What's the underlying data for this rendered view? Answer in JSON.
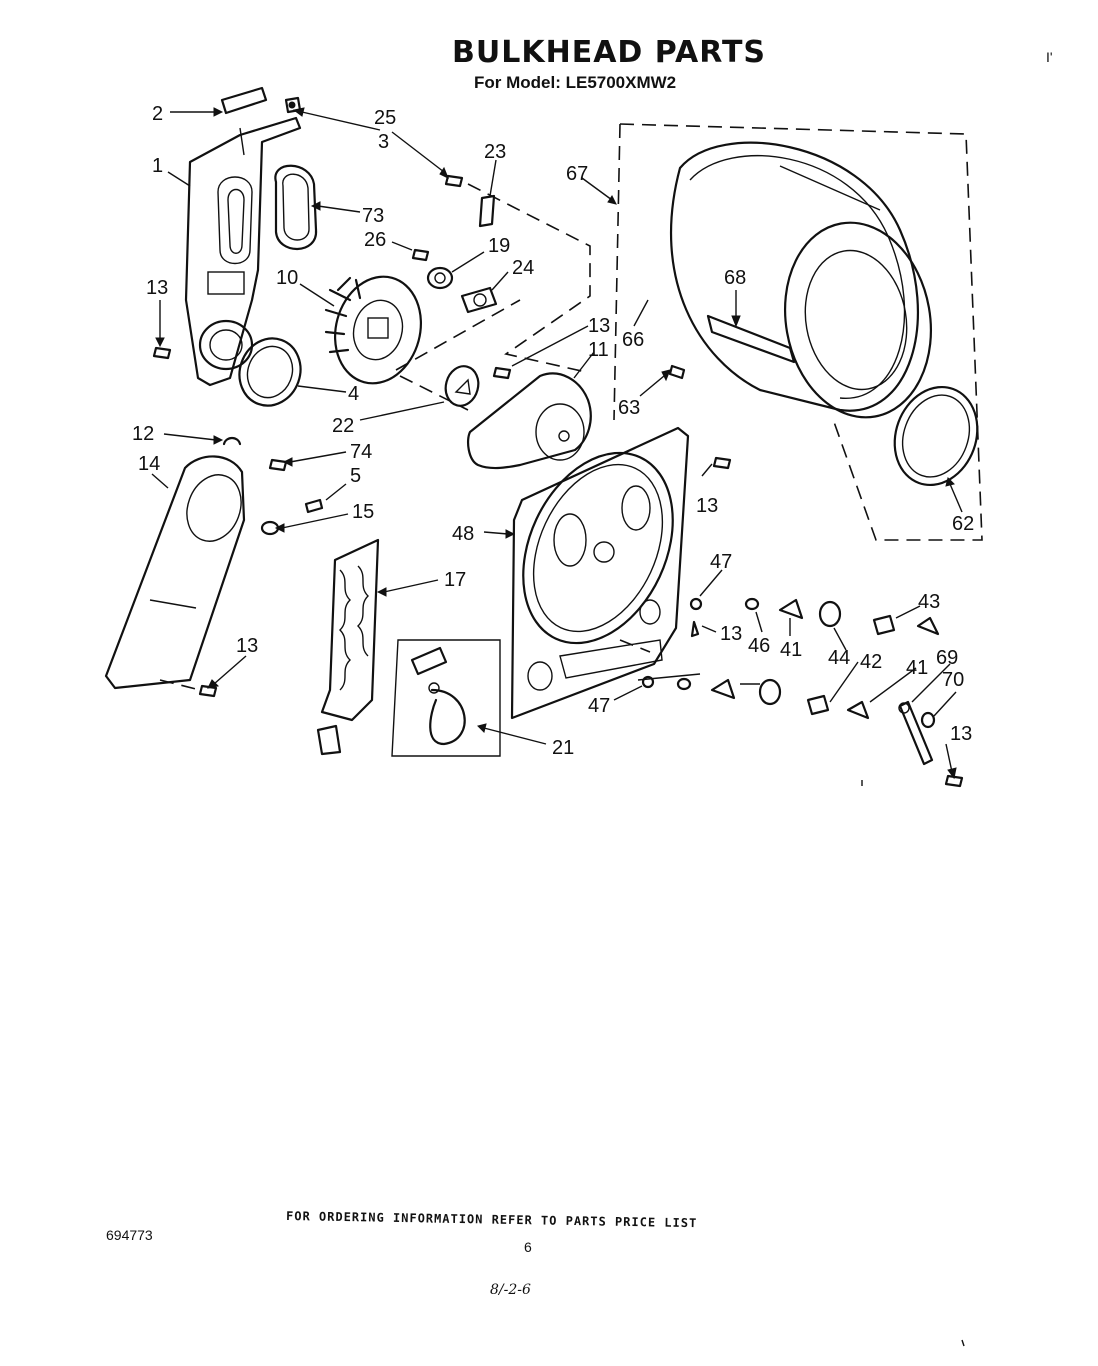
{
  "title": "BULKHEAD PARTS",
  "subtitle": "For Model: LE5700XMW2",
  "corner_mark": "I'",
  "callouts": [
    {
      "id": "c2",
      "text": "2"
    },
    {
      "id": "c25",
      "text": "25"
    },
    {
      "id": "c3",
      "text": "3"
    },
    {
      "id": "c23",
      "text": "23"
    },
    {
      "id": "c67",
      "text": "67"
    },
    {
      "id": "c1",
      "text": "1"
    },
    {
      "id": "c73",
      "text": "73"
    },
    {
      "id": "c26",
      "text": "26"
    },
    {
      "id": "c19",
      "text": "19"
    },
    {
      "id": "c24",
      "text": "24"
    },
    {
      "id": "c10",
      "text": "10"
    },
    {
      "id": "c68",
      "text": "68"
    },
    {
      "id": "c13a",
      "text": "13"
    },
    {
      "id": "c13b",
      "text": "13"
    },
    {
      "id": "c11",
      "text": "11"
    },
    {
      "id": "c66",
      "text": "66"
    },
    {
      "id": "c4",
      "text": "4"
    },
    {
      "id": "c63",
      "text": "63"
    },
    {
      "id": "c22",
      "text": "22"
    },
    {
      "id": "c12",
      "text": "12"
    },
    {
      "id": "c74",
      "text": "74"
    },
    {
      "id": "c14",
      "text": "14"
    },
    {
      "id": "c5",
      "text": "5"
    },
    {
      "id": "c13c",
      "text": "13"
    },
    {
      "id": "c15",
      "text": "15"
    },
    {
      "id": "c48",
      "text": "48"
    },
    {
      "id": "c62",
      "text": "62"
    },
    {
      "id": "c17",
      "text": "17"
    },
    {
      "id": "c47a",
      "text": "47"
    },
    {
      "id": "c43",
      "text": "43"
    },
    {
      "id": "c13d",
      "text": "13"
    },
    {
      "id": "c46",
      "text": "46"
    },
    {
      "id": "c41a",
      "text": "41"
    },
    {
      "id": "c44",
      "text": "44"
    },
    {
      "id": "c42",
      "text": "42"
    },
    {
      "id": "c41b",
      "text": "41"
    },
    {
      "id": "c69",
      "text": "69"
    },
    {
      "id": "c13e",
      "text": "13"
    },
    {
      "id": "c70",
      "text": "70"
    },
    {
      "id": "c47b",
      "text": "47"
    },
    {
      "id": "c13f",
      "text": "13"
    },
    {
      "id": "c21",
      "text": "21"
    }
  ],
  "footer": {
    "ordering_note": "FOR ORDERING INFORMATION REFER TO PARTS PRICE LIST",
    "doc_number": "694773",
    "page_number": "6",
    "handwritten": "8/-2-6"
  }
}
